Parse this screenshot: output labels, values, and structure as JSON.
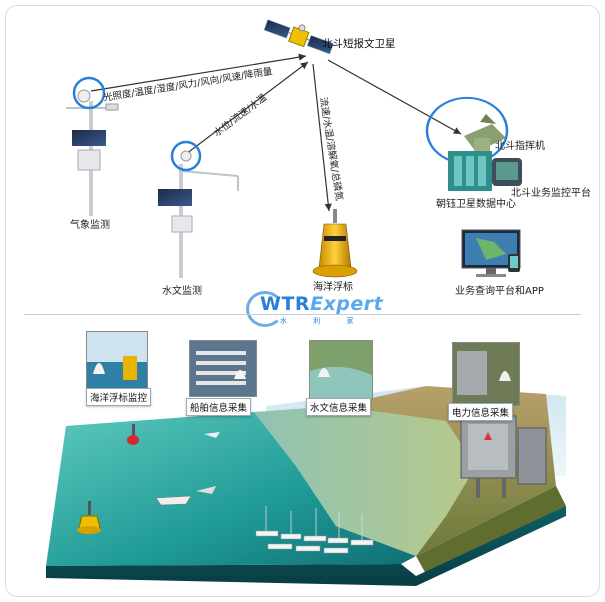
{
  "diagram": {
    "satellite_label": "北斗短报文卫星",
    "link_weather": "光照度/温度/湿度/风力/风向/风速/降雨量",
    "link_hydro": "水位/流速/水温",
    "link_buoy": "流速/水温/溶解氧/总磷氮",
    "weather_station": "气象监测",
    "hydro_station": "水文监测",
    "buoy": "海洋浮标",
    "command_machine": "北斗指挥机",
    "business_platform": "北斗业务监控平台",
    "data_center": "朝钰卫星数据中心",
    "query_platform": "业务查询平台和APP",
    "logo_main": "WTR",
    "logo_accent": "Expert",
    "logo_sub": "水 利 家"
  },
  "scene": {
    "tag_buoy": "海洋浮标监控",
    "tag_ship": "船舶信息采集",
    "tag_hydro": "水文信息采集",
    "tag_power": "电力信息采集"
  },
  "colors": {
    "highlight_circle": "#2a7fd8",
    "sea": "#2aa7a0",
    "accent_blue": "#2c7fd6"
  }
}
